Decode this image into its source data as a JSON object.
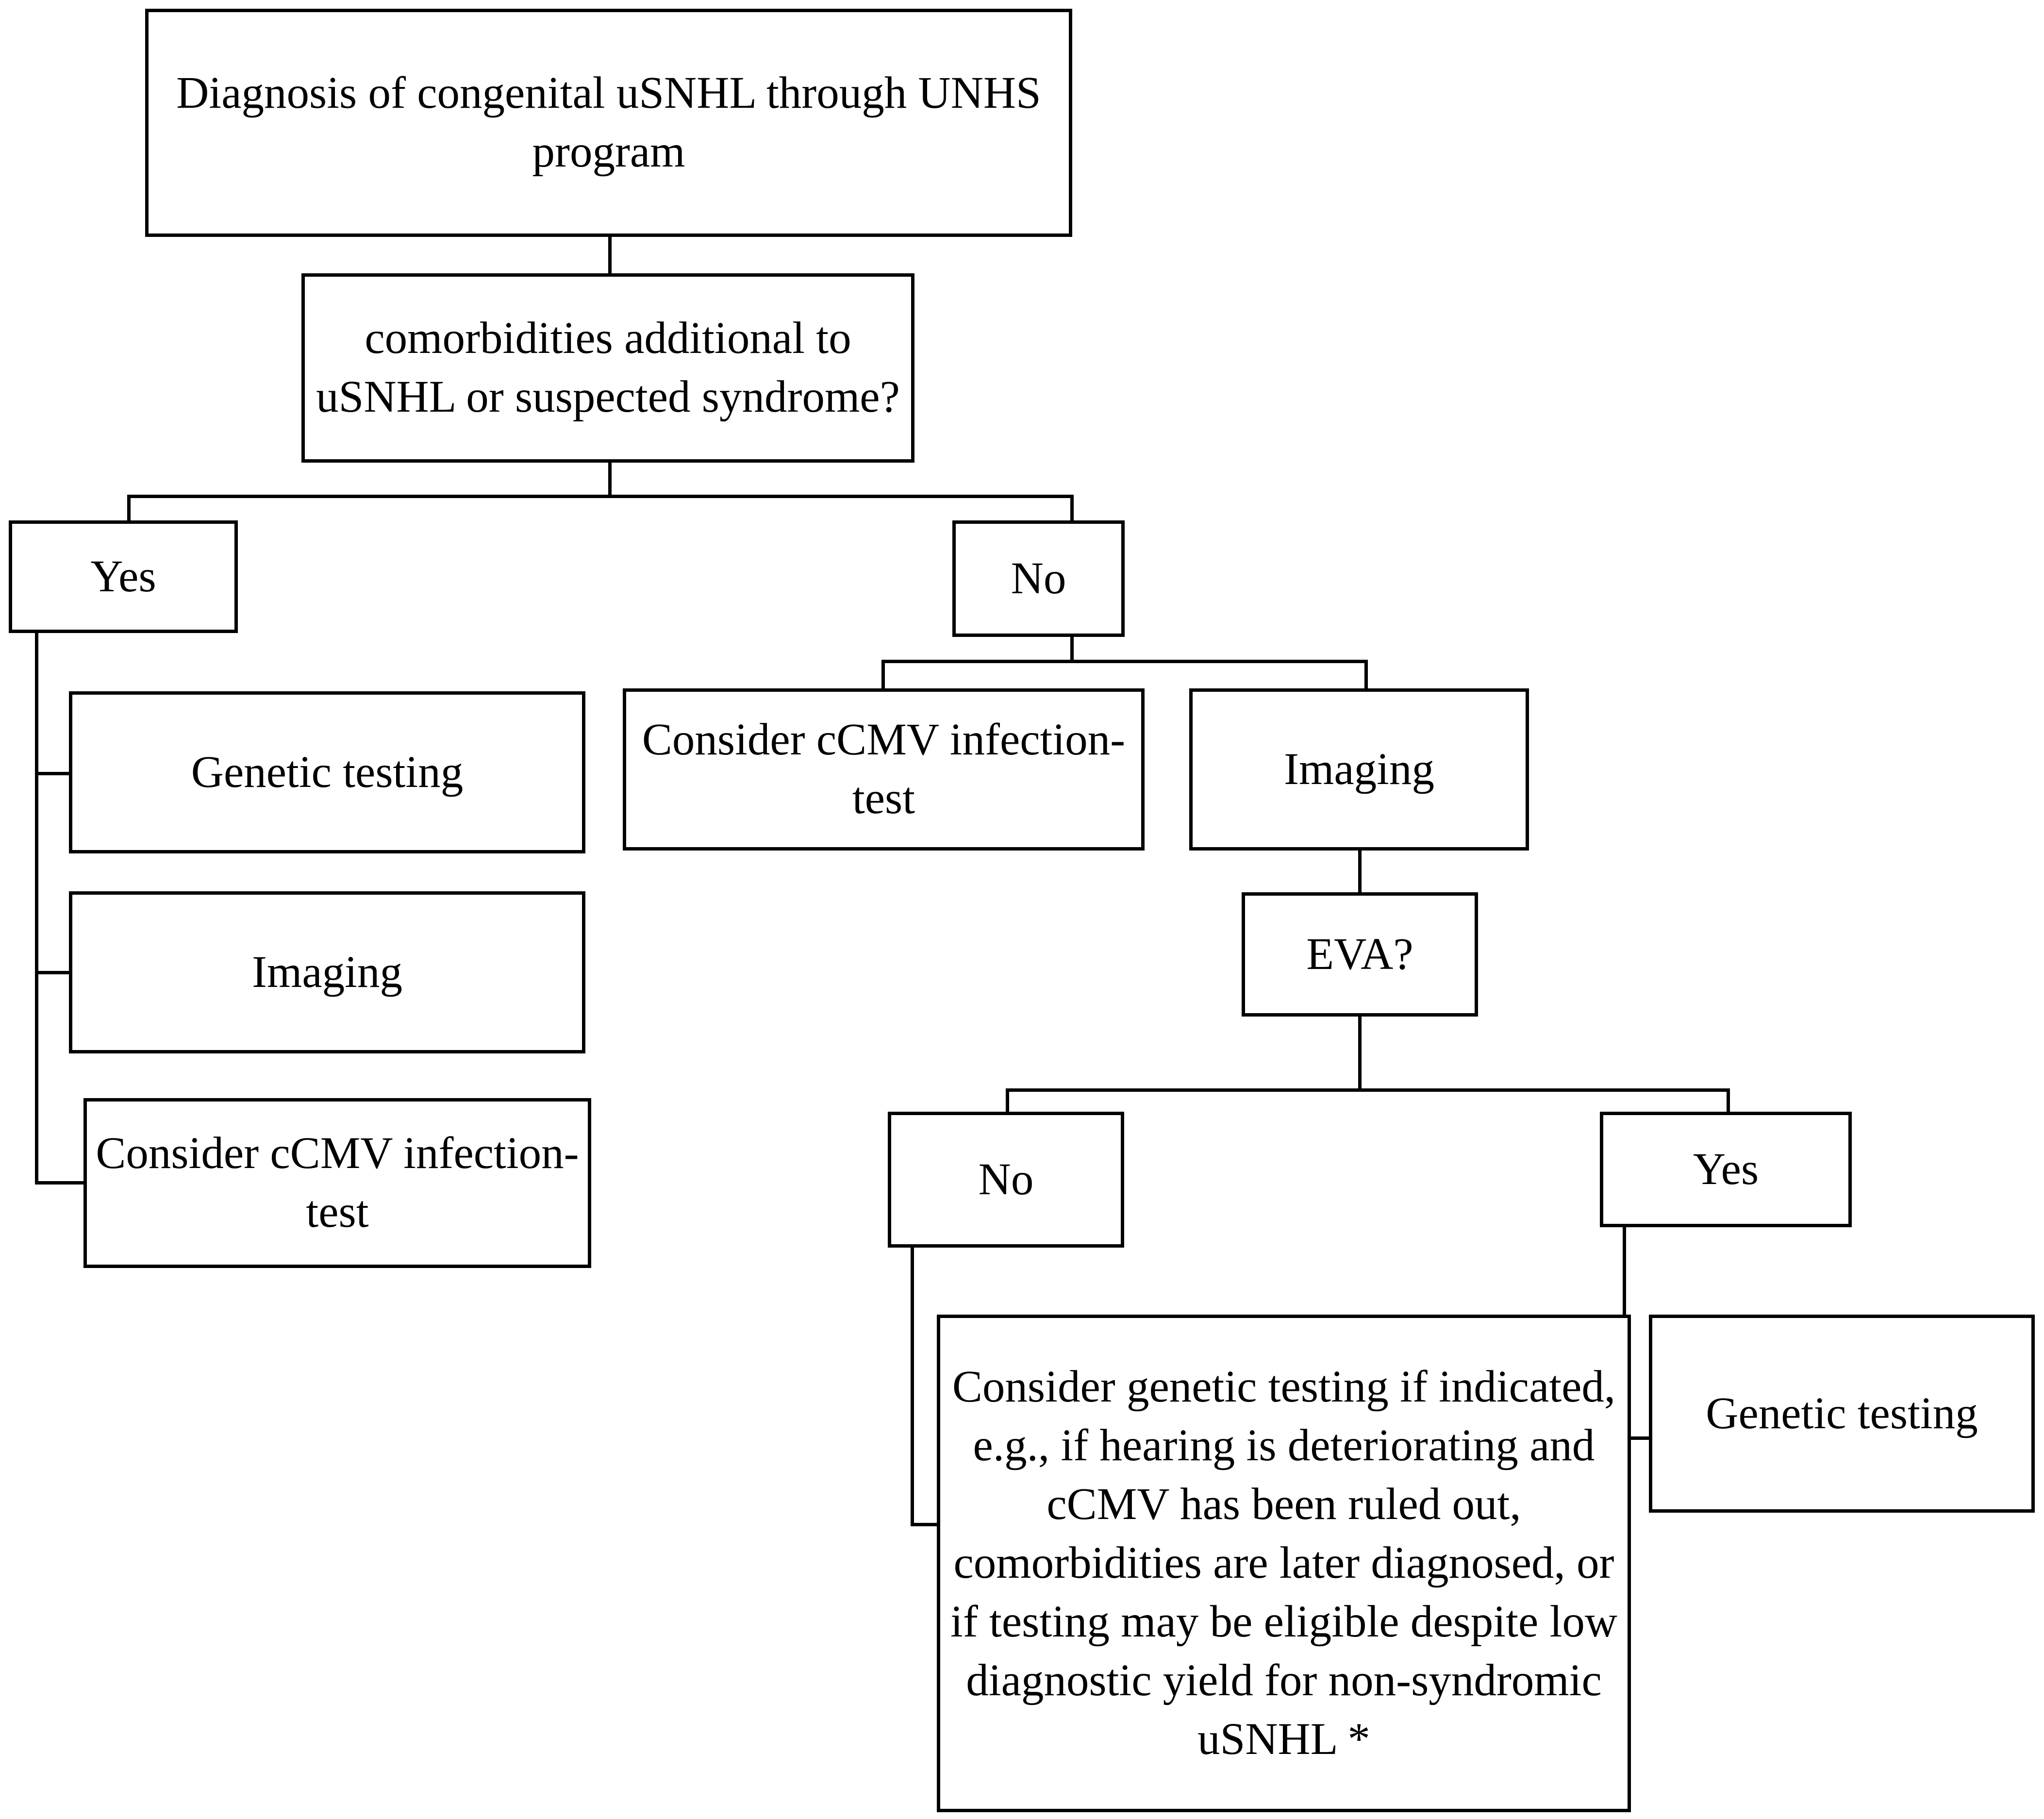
{
  "diagram": {
    "type": "flowchart",
    "title_node": "Diagnosis of congenital uSNHL through UNHS program",
    "nodes": {
      "root": {
        "label": "Diagnosis of congenital uSNHL through UNHS program"
      },
      "decision_comorbidities": {
        "label": "comorbidities additional to uSNHL or suspected syndrome?"
      },
      "branch_yes": {
        "label": "Yes"
      },
      "branch_no": {
        "label": "No"
      },
      "yes_genetic_testing": {
        "label": "Genetic testing"
      },
      "yes_imaging": {
        "label": "Imaging"
      },
      "yes_ccmv": {
        "label": "Consider cCMV infection-test"
      },
      "no_ccmv": {
        "label": "Consider cCMV infection-test"
      },
      "no_imaging": {
        "label": "Imaging"
      },
      "decision_eva": {
        "label": "EVA?"
      },
      "eva_no": {
        "label": "No"
      },
      "eva_yes": {
        "label": "Yes"
      },
      "eva_no_note": {
        "label": "Consider genetic testing if indicated, e.g., if hearing is deteriorating and cCMV has been ruled out, comorbidities are later diagnosed, or if testing may be eligible despite low diagnostic yield for non-syndromic uSNHL *"
      },
      "eva_yes_genetic": {
        "label": "Genetic testing"
      }
    },
    "edges": [
      {
        "from": "root",
        "to": "decision_comorbidities",
        "label": ""
      },
      {
        "from": "decision_comorbidities",
        "to": "branch_yes",
        "label": ""
      },
      {
        "from": "decision_comorbidities",
        "to": "branch_no",
        "label": ""
      },
      {
        "from": "branch_yes",
        "to": "yes_genetic_testing",
        "label": ""
      },
      {
        "from": "branch_yes",
        "to": "yes_imaging",
        "label": ""
      },
      {
        "from": "branch_yes",
        "to": "yes_ccmv",
        "label": ""
      },
      {
        "from": "branch_no",
        "to": "no_ccmv",
        "label": ""
      },
      {
        "from": "branch_no",
        "to": "no_imaging",
        "label": ""
      },
      {
        "from": "no_imaging",
        "to": "decision_eva",
        "label": ""
      },
      {
        "from": "decision_eva",
        "to": "eva_no",
        "label": ""
      },
      {
        "from": "decision_eva",
        "to": "eva_yes",
        "label": ""
      },
      {
        "from": "eva_no",
        "to": "eva_no_note",
        "label": ""
      },
      {
        "from": "eva_yes",
        "to": "eva_yes_genetic",
        "label": ""
      }
    ],
    "colors": {
      "stroke": "#000000",
      "fill": "#ffffff",
      "text": "#000000"
    }
  }
}
